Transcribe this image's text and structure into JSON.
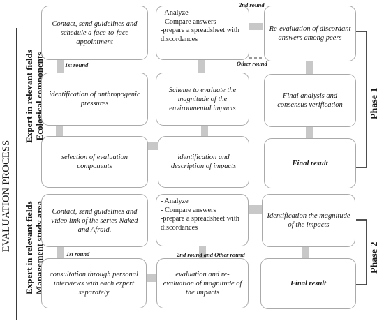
{
  "process_title": "EVALUATION PROCESS",
  "groups": {
    "ecological": {
      "line1": "Expert in relevant fields",
      "line2": "Ecological components"
    },
    "management": {
      "line1": "Expert in relevant fields",
      "line2": "Management study area"
    }
  },
  "phases": {
    "phase1": "Phase 1",
    "phase2": "Phase 2"
  },
  "round_labels": {
    "p1_first": "1st round",
    "p1_second": "2nd round",
    "p1_other": "Other round",
    "p2_first": "1st round",
    "p2_second_other": "2nd round and  Other round"
  },
  "phase1": {
    "contact": "Contact, send guidelines and schedule a face-to-face appointment",
    "analysis_items": [
      "- Analyze",
      "- Compare answers",
      "-prepare a spreadsheet with discordances"
    ],
    "reevaluation": "Re-evaluation of discordant answers among peers",
    "anthropogenic": "identification of anthropogenic pressures",
    "scheme": "Scheme to evaluate the magnitude of the environmental impacts",
    "final_analysis": "Final analysis and consensus verification",
    "selection": "selection of evaluation components",
    "impacts": "identification and description of impacts",
    "final_result": "Final result"
  },
  "phase2": {
    "contact": "Contact, send guidelines and video link of the series Naked and Afraid.",
    "analysis_items": [
      "- Analyze",
      "- Compare answers",
      "-prepare a spreadsheet with discordances"
    ],
    "identification": "Identification the magnitude of the impacts",
    "consultation": "consultation through personal interviews with each expert separately",
    "evaluation": "evaluation and re-evaluation of magnitude of the impacts",
    "final_result": "Final result"
  },
  "colors": {
    "connector": "#c8c8c8",
    "box_border": "#aaaaaa",
    "bracket": "#3a3a3a",
    "divider": "#3a3a3a"
  }
}
